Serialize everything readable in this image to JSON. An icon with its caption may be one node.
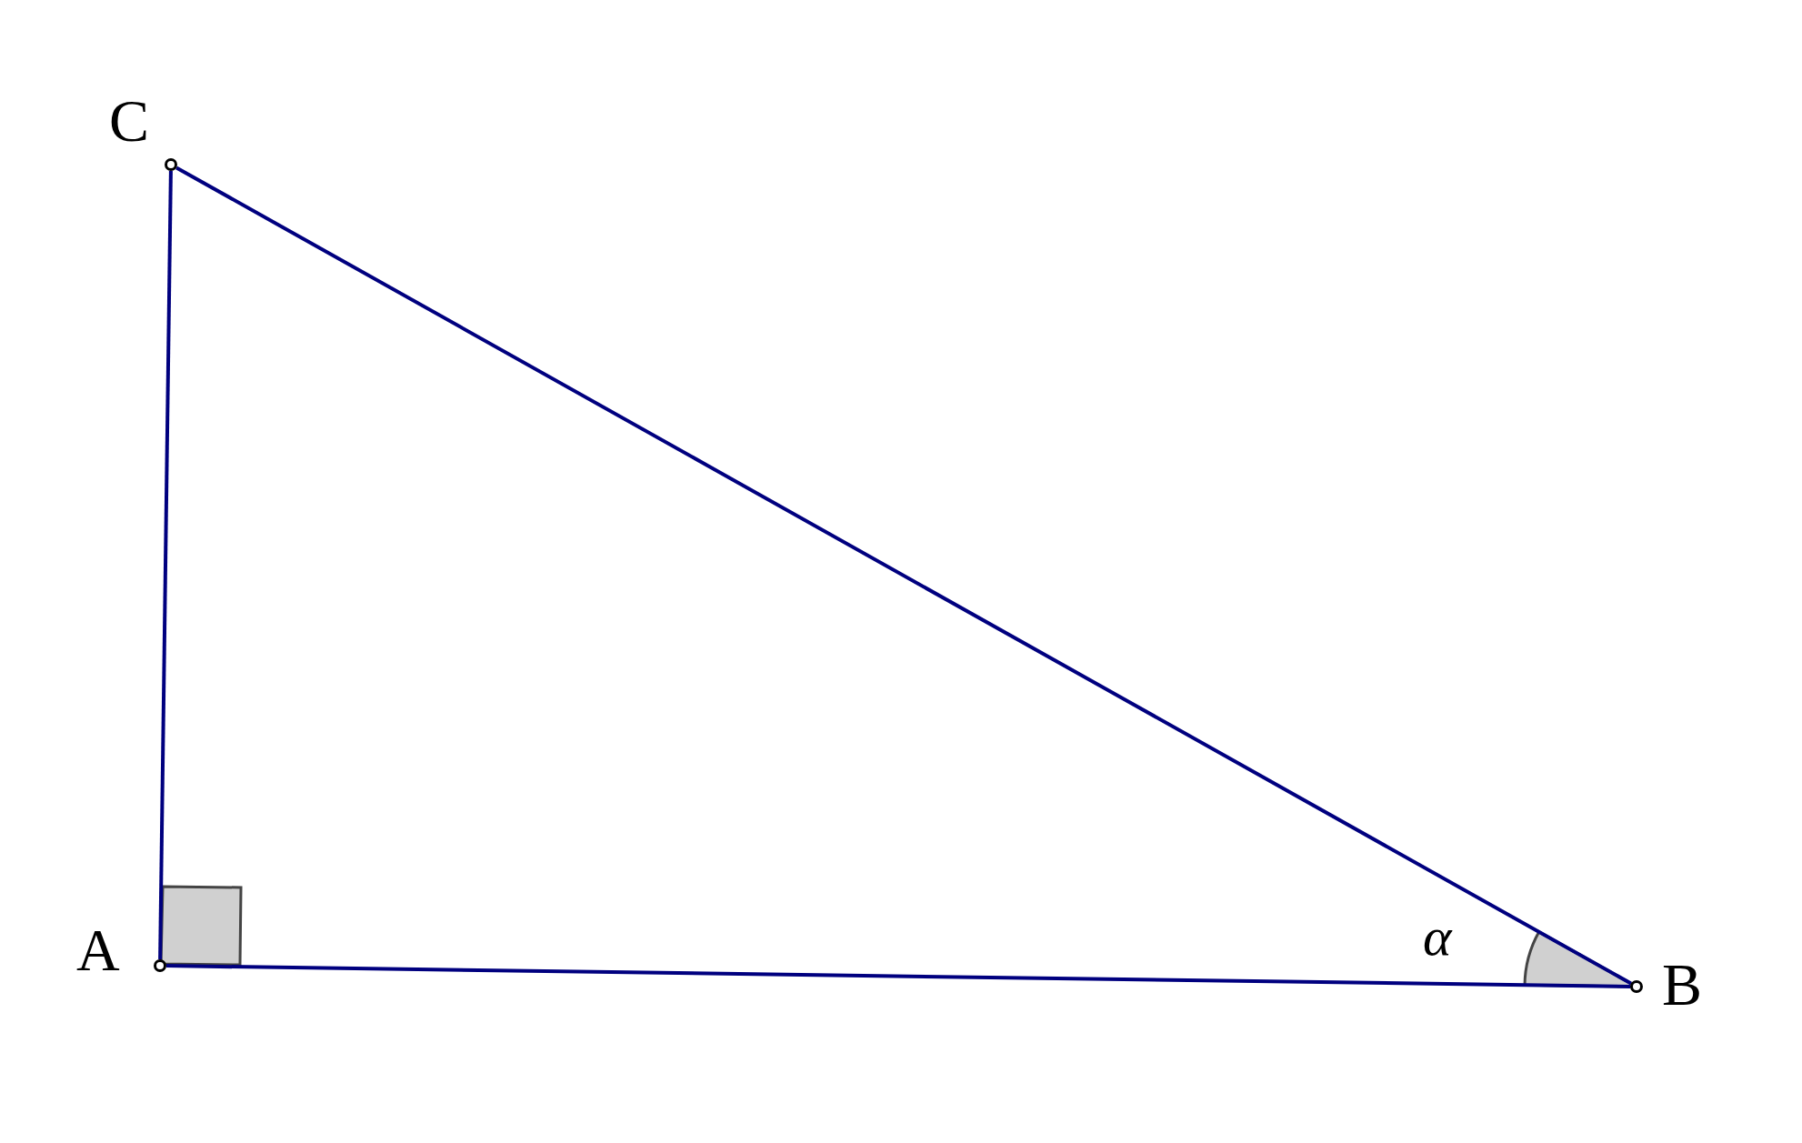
{
  "diagram": {
    "nodes": [
      {
        "text": [],
        "shape": "circle",
        "beside": [
          "C"
        ]
      },
      {
        "text": [],
        "shape": "circle",
        "beside": [
          "A"
        ]
      },
      {
        "text": [],
        "shape": "circle",
        "beside": [
          "B"
        ]
      }
    ],
    "edges": [
      {
        "from": 1,
        "to": 0,
        "arrow": "none"
      },
      {
        "from": 0,
        "to": 2,
        "arrow": "none"
      },
      {
        "from": 1,
        "to": 2,
        "arrow": "none"
      }
    ],
    "labels": [
      "α"
    ]
  }
}
